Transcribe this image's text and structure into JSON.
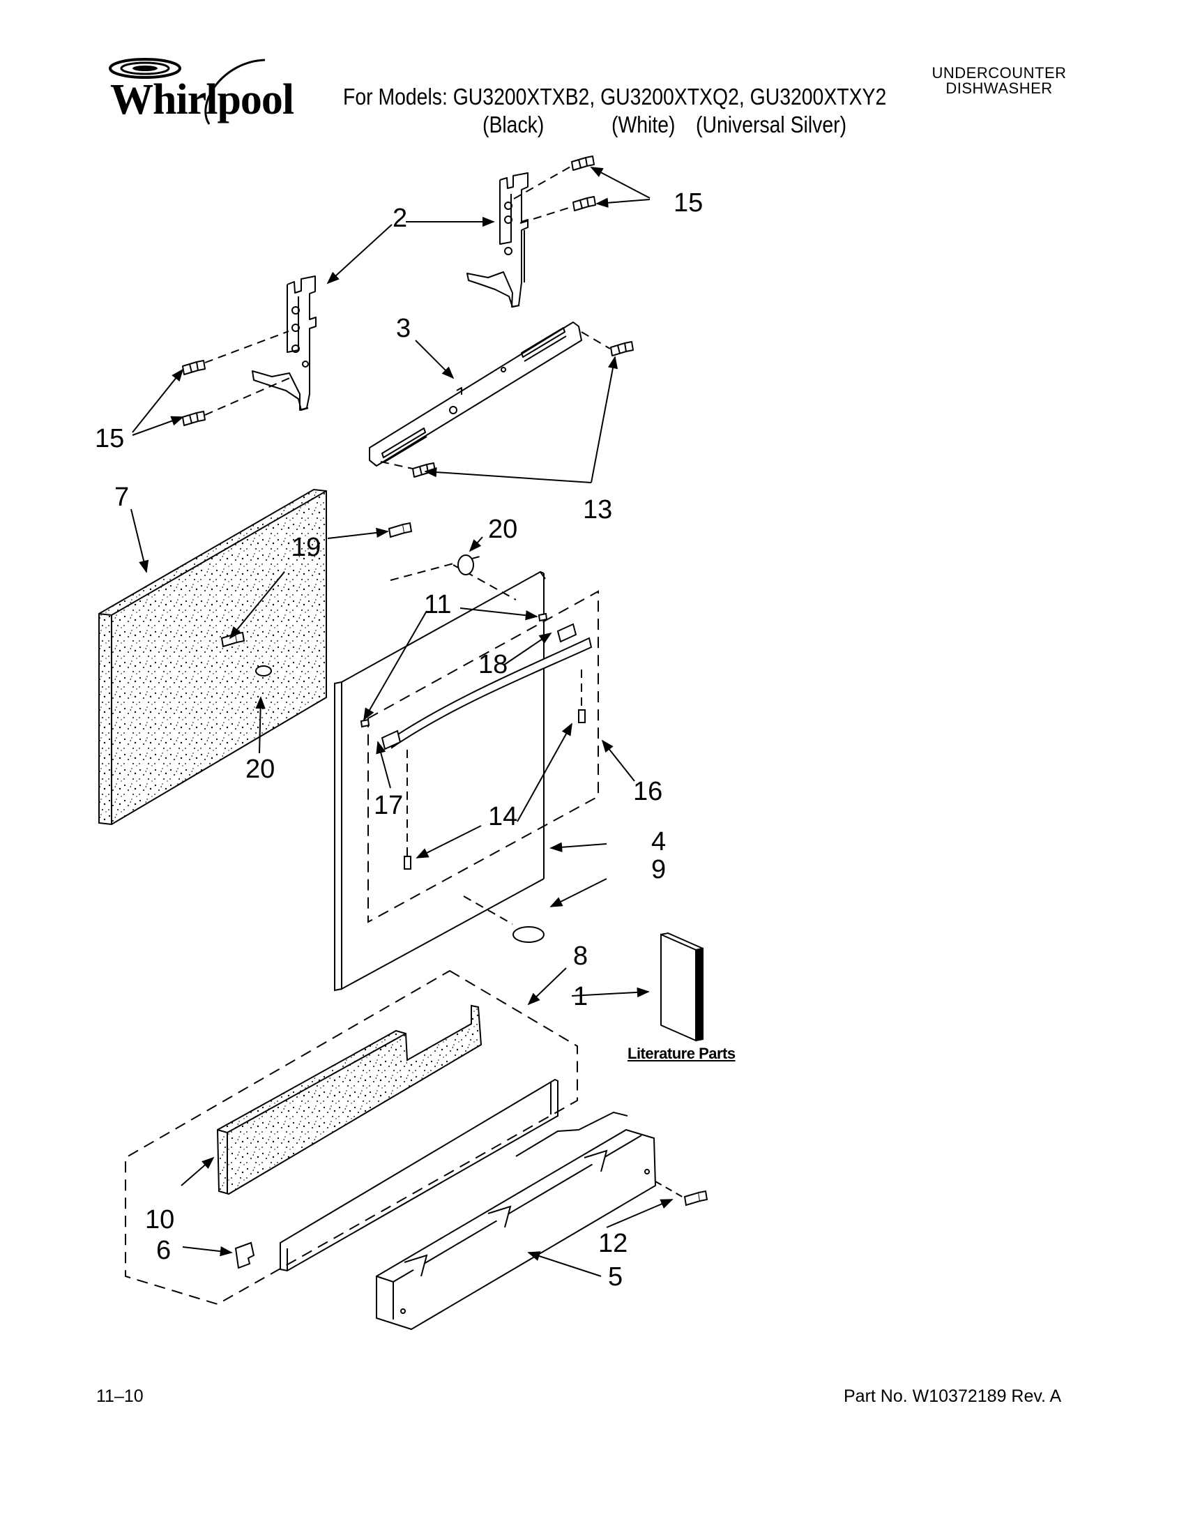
{
  "brand": {
    "name": "Whirlpool"
  },
  "header": {
    "models_line": "For Models: GU3200XTXB2, GU3200XTXQ2, GU3200XTXY2",
    "colors": {
      "black": "(Black)",
      "white": "(White)",
      "silver": "(Universal Silver)"
    },
    "category_line1": "UNDERCOUNTER",
    "category_line2": "DISHWASHER"
  },
  "callouts": {
    "c1": "1",
    "c2": "2",
    "c3": "3",
    "c4": "4",
    "c5": "5",
    "c6": "6",
    "c7": "7",
    "c8": "8",
    "c9": "9",
    "c10": "10",
    "c11": "11",
    "c12": "12",
    "c13": "13",
    "c14": "14",
    "c15a": "15",
    "c15b": "15",
    "c16": "16",
    "c17": "17",
    "c18": "18",
    "c19": "19",
    "c20a": "20",
    "c20b": "20"
  },
  "literature_label": "Literature Parts",
  "footer": {
    "date_code": "11–10",
    "part_number": "Part No. W10372189 Rev. A"
  },
  "colors": {
    "ink": "#000000",
    "paper": "#ffffff"
  }
}
